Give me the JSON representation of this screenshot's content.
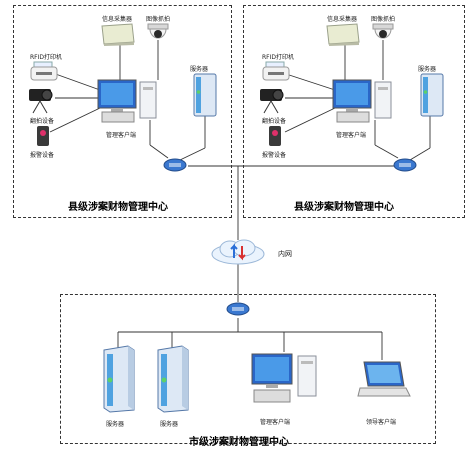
{
  "county_left": {
    "title": "县级涉案财物管理中心",
    "reader_label": "信息采集器",
    "camera_label": "图像抓拍",
    "printer_label": "RFID打印机",
    "shooter_label": "翻拍设备",
    "alarm_label": "报警设备",
    "client_label": "管理客户端",
    "server_label": "服务器"
  },
  "county_right": {
    "title": "县级涉案财物管理中心",
    "reader_label": "信息采集器",
    "camera_label": "图像抓拍",
    "printer_label": "RFID打印机",
    "shooter_label": "翻拍设备",
    "alarm_label": "报警设备",
    "client_label": "管理客户端",
    "server_label": "服务器"
  },
  "network": {
    "label": "内网"
  },
  "city": {
    "title": "市级涉案财物管理中心",
    "server1_label": "服务器",
    "server2_label": "服务器",
    "client_label": "管理客户端",
    "laptop_label": "领导客户端"
  }
}
